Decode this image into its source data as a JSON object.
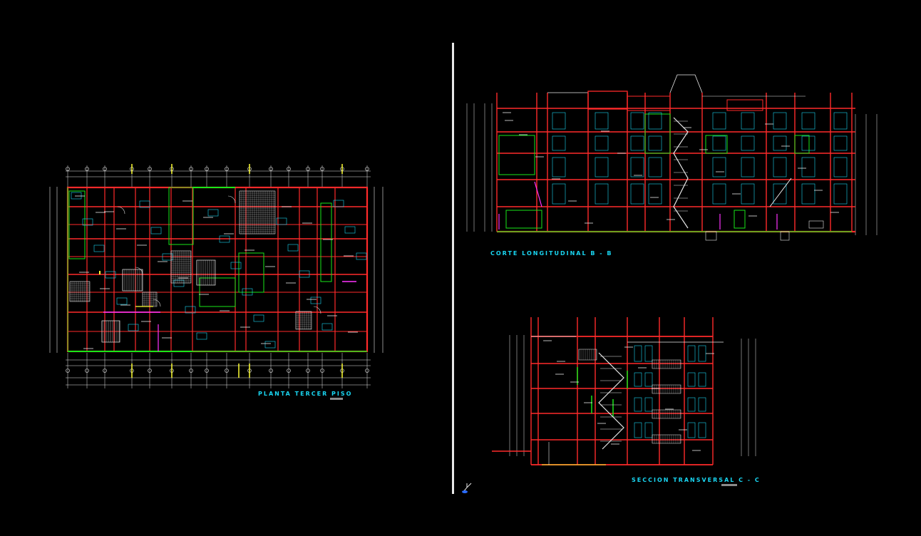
{
  "drawing": {
    "background": "#000000",
    "colors": {
      "wall": "#ff2a2a",
      "green": "#19e619",
      "cyan": "#19d6f2",
      "white": "#e8e8e8",
      "yellow": "#ffff33",
      "magenta": "#ff33ff",
      "gray": "#8a8a8a"
    },
    "views": [
      {
        "id": "plan",
        "title": "PLANTA TERCER PISO"
      },
      {
        "id": "long",
        "title": "CORTE LONGITUDINAL B - B"
      },
      {
        "id": "trans",
        "title": "SECCION TRANSVERSAL C - C"
      }
    ],
    "icons": {
      "ucs": "ucs-axis-icon",
      "separator": "viewport-separator"
    }
  }
}
